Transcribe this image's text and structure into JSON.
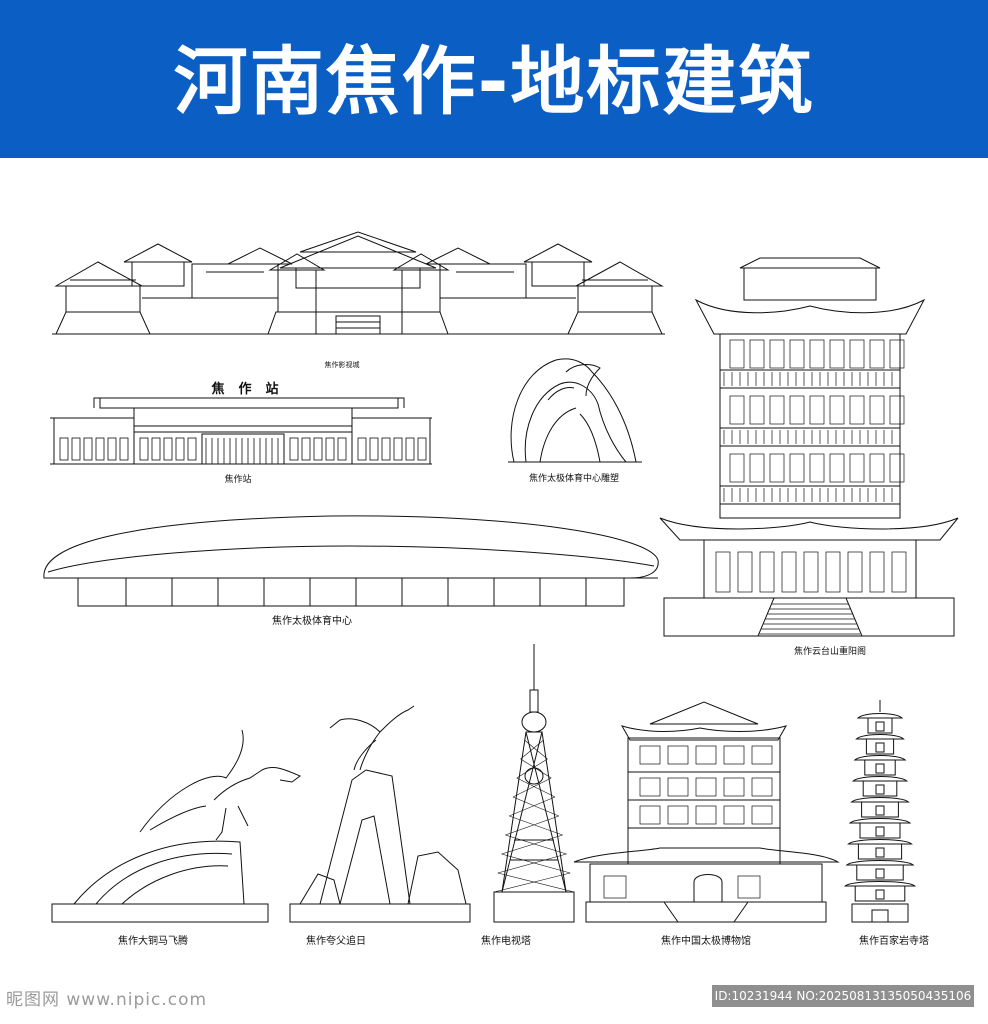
{
  "banner": {
    "title": "河南焦作-地标建筑",
    "bg_color": "#0b5fc4",
    "text_color": "#ffffff"
  },
  "landmarks": {
    "film_city": "焦作影视城",
    "station_sign": "焦作站",
    "station": "焦作站",
    "taiji_sculpture": "焦作太极体育中心雕塑",
    "taiji_sports_center": "焦作太极体育中心",
    "yuntai_pavilion": "焦作云台山重阳阁",
    "bronze_horse": "焦作大铜马飞腾",
    "kuafu": "焦作夸父追日",
    "tv_tower": "焦作电视塔",
    "taiji_museum": "焦作中国太极博物馆",
    "baijiayan_pagoda": "焦作百家岩寺塔"
  },
  "watermark": {
    "left": "昵图网 www.nipic.com",
    "right": "ID:10231944 NO:20250813135050435106"
  },
  "line_color": "#111111"
}
